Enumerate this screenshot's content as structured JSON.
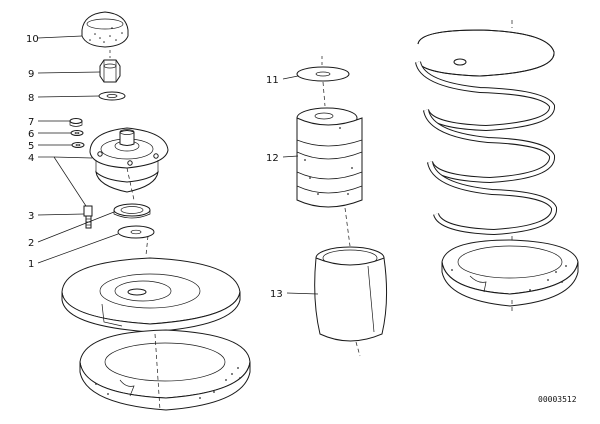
{
  "callouts": {
    "c1": "1",
    "c2": "2",
    "c3": "3",
    "c4": "4",
    "c5": "5",
    "c6": "6",
    "c7": "7",
    "c8": "8",
    "c9": "9",
    "c10": "10",
    "c11": "11",
    "c12": "12",
    "c13": "13"
  },
  "catalog_number": "00003512",
  "colors": {
    "line": "#1a1a1a",
    "background": "#ffffff",
    "shade": "#e8e8e8"
  }
}
